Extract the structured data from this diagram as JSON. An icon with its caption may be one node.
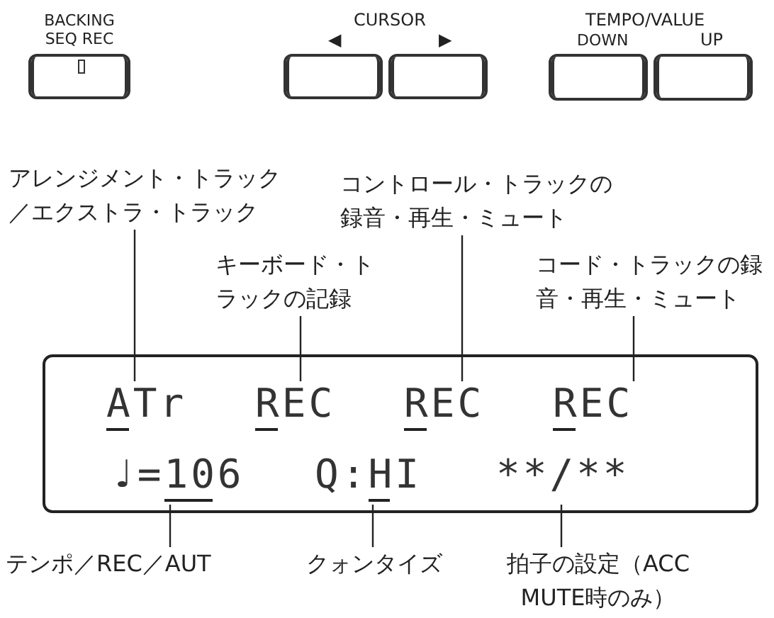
{
  "diagram": {
    "nodes": [
      {
        "text": [
          "BACKING SEQ REC"
        ]
      },
      {
        "text": [
          "◀"
        ]
      },
      {
        "text": [
          "▶"
        ]
      },
      {
        "text": [
          "DOWN"
        ]
      },
      {
        "text": [
          "UP"
        ]
      },
      {
        "text": [
          "アレンジメント・トラック／エクストラ・トラック"
        ]
      },
      {
        "text": [
          "コントロール・トラックの録音・再生・ミュート"
        ]
      },
      {
        "text": [
          "キーボード・トラックの記録"
        ]
      },
      {
        "text": [
          "コード・トラックの録音・再生・ミュート"
        ]
      },
      {
        "text": [],
        "shape": "box"
      },
      {
        "text": [
          "ATr"
        ],
        "in": 9
      },
      {
        "text": [
          "REC"
        ],
        "in": 9
      },
      {
        "text": [
          "REC"
        ],
        "in": 9
      },
      {
        "text": [
          "REC"
        ],
        "in": 9
      },
      {
        "text": [
          "♩=106"
        ],
        "in": 9
      },
      {
        "text": [
          "Q:HI"
        ],
        "in": 9
      },
      {
        "text": [
          "**/**"
        ],
        "in": 9
      },
      {
        "text": [
          "テンポ／REC／AUT"
        ]
      },
      {
        "text": [
          "クォンタイズ"
        ]
      },
      {
        "text": [
          "拍子の設定（ACC MUTE時のみ）"
        ]
      }
    ],
    "edges": [
      {
        "from": 5,
        "to": 10,
        "arrow": "none"
      },
      {
        "from": 7,
        "to": 11,
        "arrow": "none"
      },
      {
        "from": 6,
        "to": 12,
        "arrow": "none"
      },
      {
        "from": 8,
        "to": 13,
        "arrow": "none"
      },
      {
        "from": 17,
        "to": 14,
        "arrow": "none"
      },
      {
        "from": 18,
        "to": 15,
        "arrow": "none"
      },
      {
        "from": 19,
        "to": 16,
        "arrow": "none"
      }
    ],
    "labels": [
      "CURSOR",
      "TEMPO/VALUE"
    ]
  }
}
